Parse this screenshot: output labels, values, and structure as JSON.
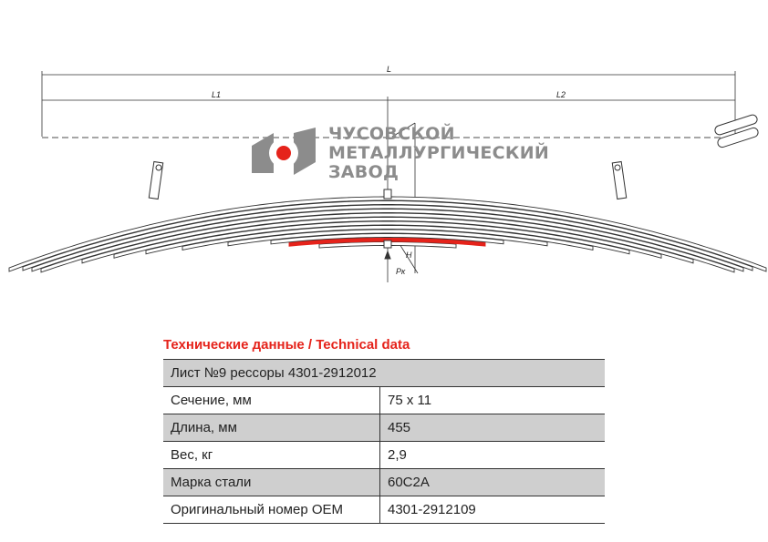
{
  "drawing": {
    "dim_l": "L",
    "dim_l1": "L1",
    "dim_l2": "L2",
    "dim_h": "H",
    "force": "Pк",
    "highlight_color": "#e5231b"
  },
  "logo": {
    "line1": "ЧУСОВСКОЙ",
    "line2": "МЕТАЛЛУРГИЧЕСКИЙ",
    "line3": "ЗАВОД"
  },
  "section_title": "Технические данные / Technical data",
  "table": {
    "header": "Лист №9 рессоры 4301-2912012",
    "rows": [
      {
        "label": "Сечение, мм",
        "value": "75 x 11"
      },
      {
        "label": "Длина, мм",
        "value": "455"
      },
      {
        "label": "Вес, кг",
        "value": "2,9"
      },
      {
        "label": "Марка стали",
        "value": "60С2А"
      },
      {
        "label": "Оригинальный номер OEM",
        "value": "4301-2912109"
      }
    ]
  }
}
